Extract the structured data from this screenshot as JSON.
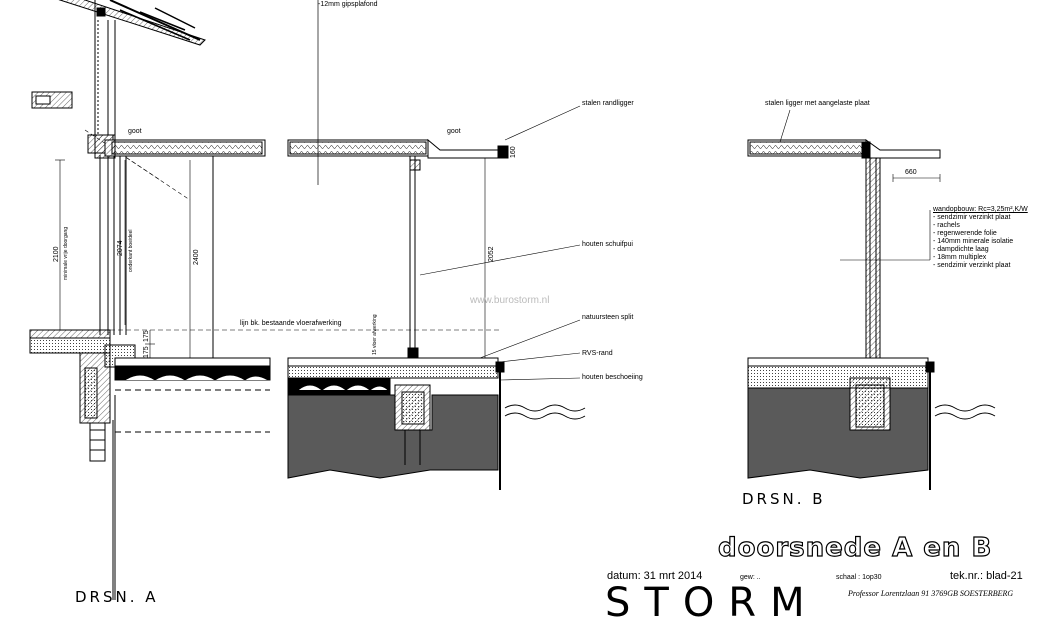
{
  "labels": {
    "gipsplafond": "-12mm gipsplafond",
    "stalen_randligger": "stalen randligger",
    "goot_left": "goot",
    "goot_mid": "goot",
    "stalen_ligger_plaat": "stalen ligger met aangelaste plaat",
    "houten_schuifpui": "houten schuifpui",
    "lijn_bk": "lijn bk. bestaande vloerafwerking",
    "natuursteen_split": "natuursteen split",
    "rvs_rand": "RVS-rand",
    "houten_beschoeiing": "houten beschoeiing",
    "watermark": "www.burostorm.nl"
  },
  "dimensions": {
    "d2100": "2100",
    "d2100_note": "minimale vrije doorgang",
    "d2074": "2074",
    "d2074_note": "onderkant boeideel",
    "d2400": "2400",
    "d2052": "2052",
    "d175a": "175",
    "d175b": "175",
    "d160": "160",
    "d660": "660",
    "d15_note": "15 vloer afwerking"
  },
  "wall_build": {
    "heading": "wandopbouw: Rc=3,25m²,K/W",
    "items": [
      "- sendzimir verzinkt plaat",
      "- rachels",
      "- regenwerende folie",
      "- 140mm minerale isolatie",
      "- dampdichte laag",
      "- 18mm multiplex",
      "- sendzimir verzinkt plaat"
    ]
  },
  "drawing_marks": {
    "drsn_b": "DRSN. B",
    "drsn_a": "DRSN. A"
  },
  "title_block": {
    "title": "doorsnede A en B",
    "datum": "datum: 31 mrt 2014",
    "gew": "gew: ..",
    "schaal": "schaal : 1op30",
    "teknr": "tek.nr.: blad-21",
    "brand": "STORM",
    "address": "Professor Lorentzlaan 91  3769GB SOESTERBERG"
  },
  "colors": {
    "ink": "#000000",
    "ground": "#5a5a5a",
    "hatch": "#888888"
  }
}
